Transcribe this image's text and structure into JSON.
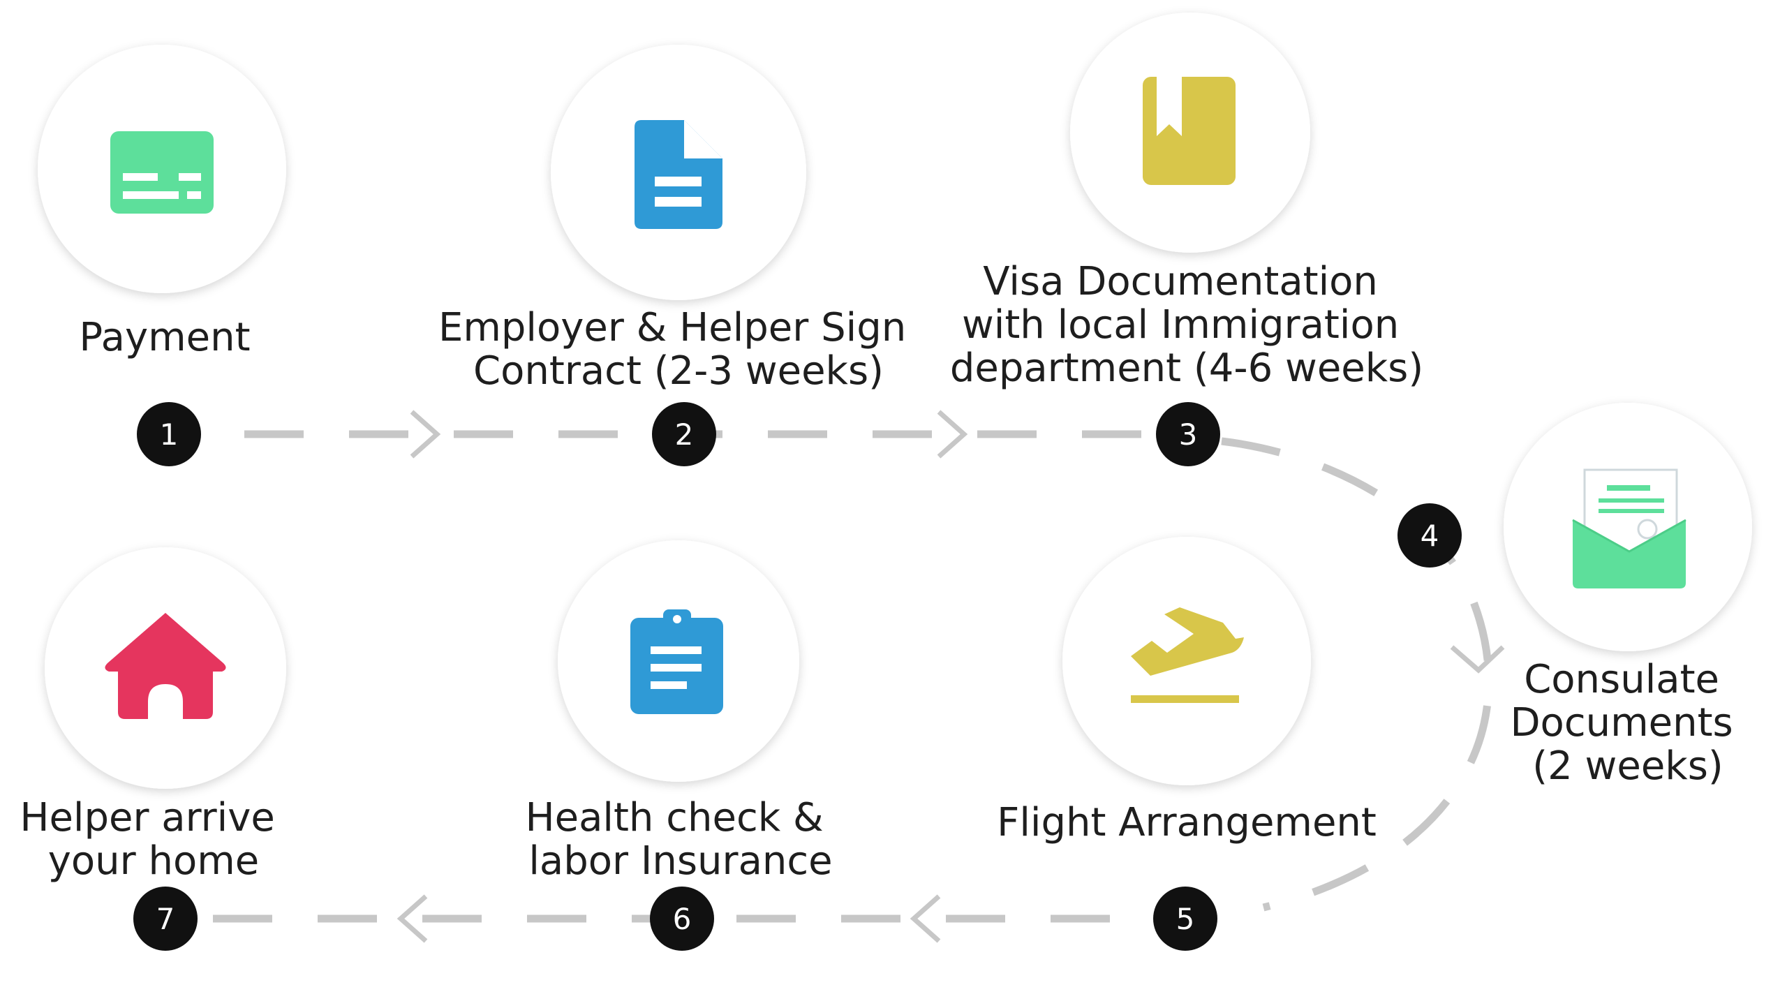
{
  "steps": [
    {
      "number": "1",
      "label_lines": [
        "Payment"
      ],
      "icon": "payment-card-icon",
      "color": "#5ddf9b"
    },
    {
      "number": "2",
      "label_lines": [
        "Employer & Helper Sign",
        "Contract (2-3 weeks)"
      ],
      "icon": "document-icon",
      "color": "#2f9ad6"
    },
    {
      "number": "3",
      "label_lines": [
        "Visa Documentation",
        "with local Immigration",
        "department (4-6 weeks)"
      ],
      "icon": "bookmark-book-icon",
      "color": "#d8c64a"
    },
    {
      "number": "4",
      "label_lines": [
        "Consulate",
        "Documents",
        "(2 weeks)"
      ],
      "icon": "envelope-letter-icon",
      "color": "#5ddf9b"
    },
    {
      "number": "5",
      "label_lines": [
        "Flight Arrangement"
      ],
      "icon": "airplane-takeoff-icon",
      "color": "#d8c64a"
    },
    {
      "number": "6",
      "label_lines": [
        "Health check &",
        "labor Insurance"
      ],
      "icon": "clipboard-icon",
      "color": "#2f9ad6"
    },
    {
      "number": "7",
      "label_lines": [
        "Helper arrive",
        "your home"
      ],
      "icon": "house-icon",
      "color": "#e5355e"
    }
  ]
}
